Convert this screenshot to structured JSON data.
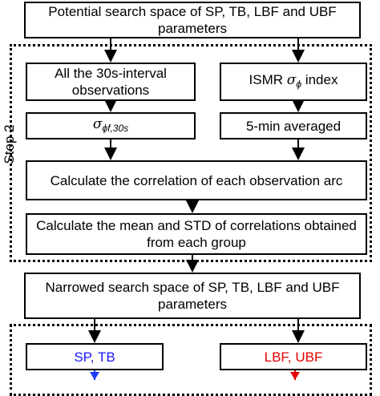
{
  "boxes": {
    "top": "Potential search space of SP, TB, LBF and UBF parameters",
    "obs30s": "All the 30s-interval observations",
    "ismr": "ISMR σϕ index",
    "ismr_prefix": "ISMR",
    "ismr_symbol": "σ",
    "ismr_sub": "ϕ",
    "ismr_suffix": "index",
    "sigma_main": "σ",
    "sigma_sub": "ϕf,30s",
    "avg5": "5-min averaged",
    "corr": "Calculate the correlation of each observation arc",
    "meanstd": "Calculate the mean and STD of correlations obtained from each group",
    "narrowed": "Narrowed search space of SP, TB, LBF and UBF parameters",
    "sptb": "SP, TB",
    "lbfubf": "LBF, UBF"
  },
  "step_label": "Step 2",
  "colors": {
    "sptb_text": "#1a1aff",
    "sptb_arrow": "#1a3cff",
    "lbfubf_text": "#e60000",
    "lbfubf_arrow": "#e60000"
  }
}
